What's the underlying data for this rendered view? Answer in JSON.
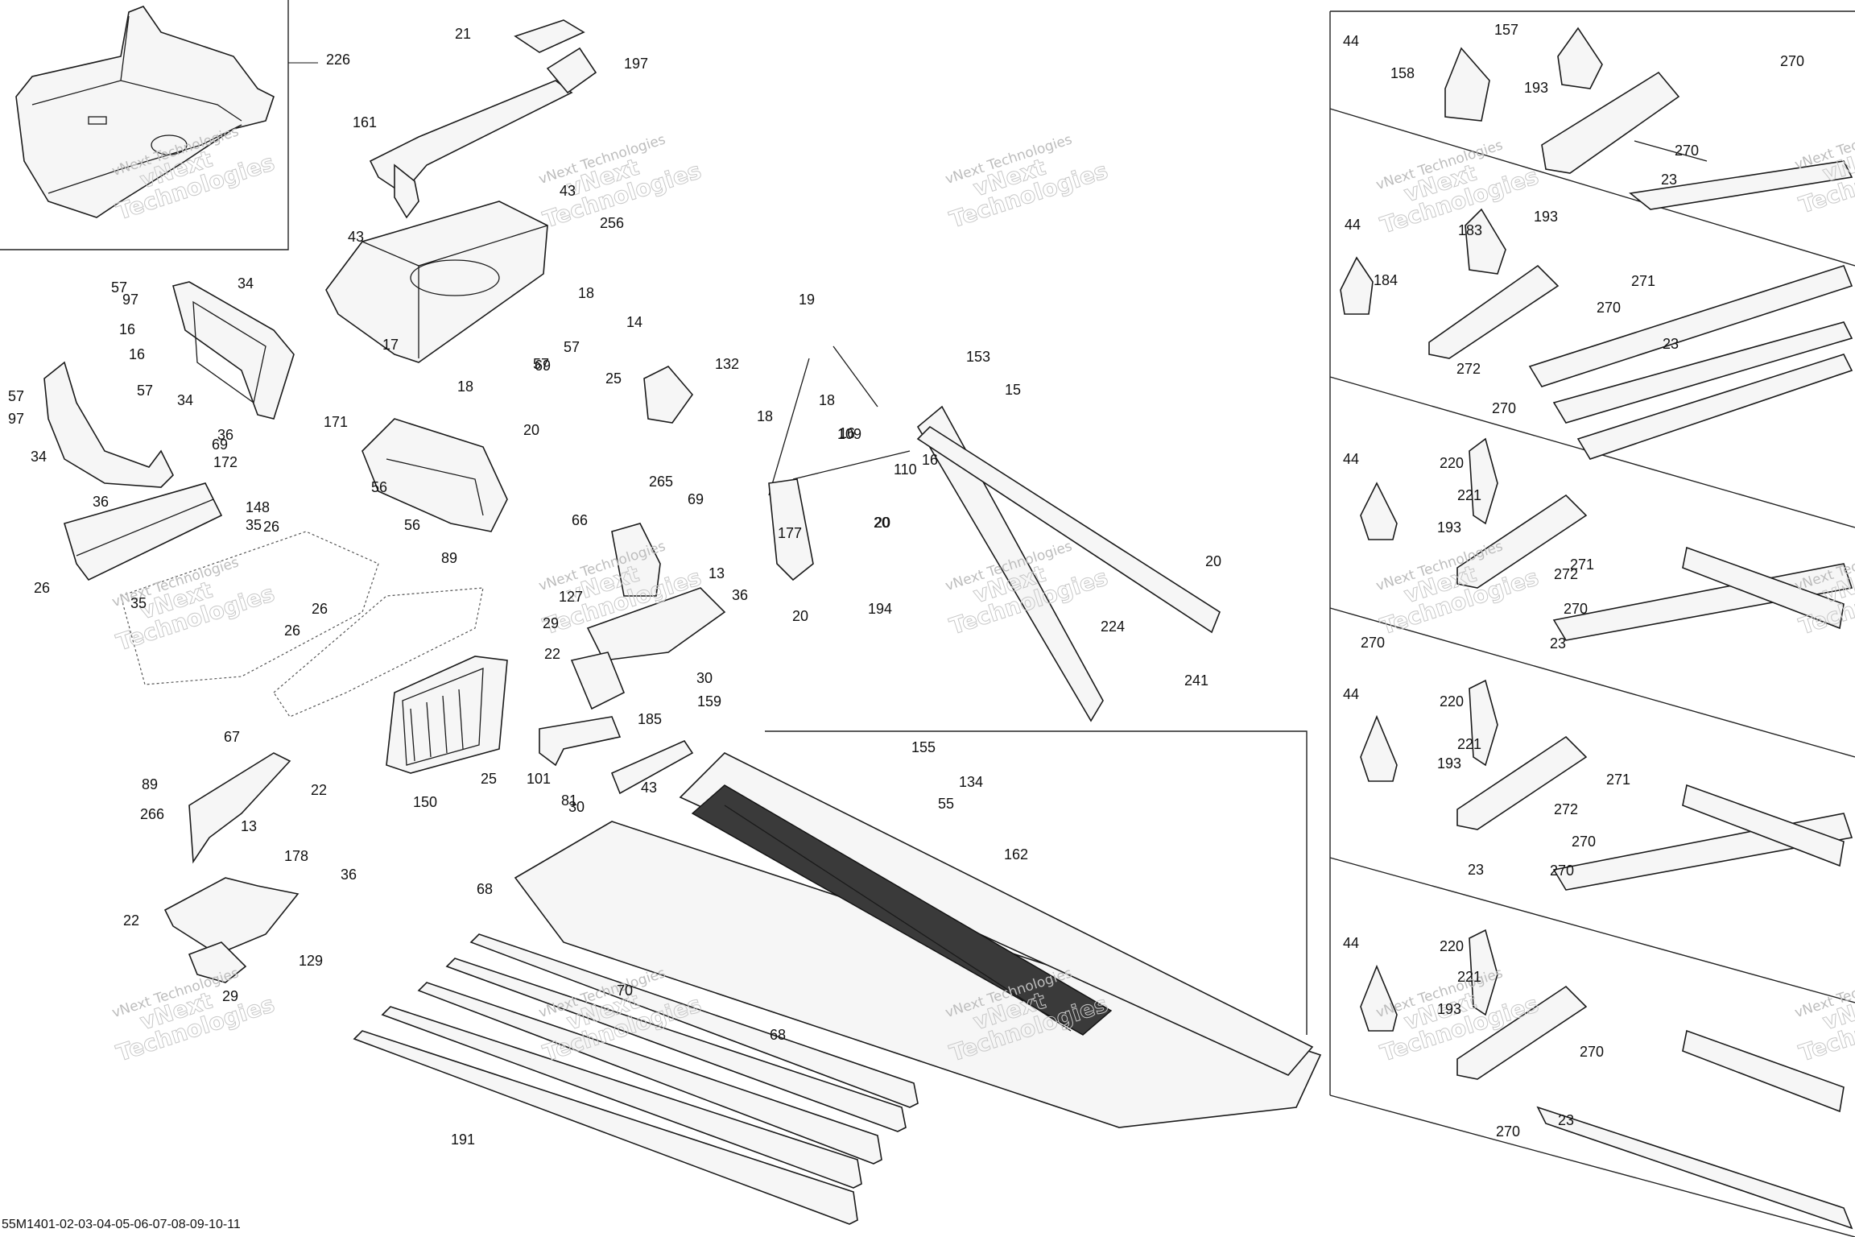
{
  "diagram_code": "55M1401-02-03-04-05-06-07-08-09-10-11",
  "watermark": {
    "line1": "vNext Technologies",
    "line2": "vNext",
    "line3": "Technologies"
  },
  "callouts": [
    "226",
    "21",
    "197",
    "161",
    "43",
    "43",
    "256",
    "18",
    "17",
    "57",
    "18",
    "69",
    "57",
    "57",
    "97",
    "16",
    "16",
    "57",
    "34",
    "69",
    "34",
    "36",
    "171",
    "57",
    "97",
    "34",
    "172",
    "36",
    "148",
    "35",
    "26",
    "26",
    "35",
    "26",
    "26",
    "14",
    "132",
    "25",
    "19",
    "18",
    "153",
    "15",
    "18",
    "109",
    "16",
    "110",
    "16",
    "20",
    "20",
    "194",
    "20",
    "20",
    "224",
    "56",
    "56",
    "20",
    "89",
    "265",
    "69",
    "66",
    "177",
    "13",
    "36",
    "127",
    "29",
    "22",
    "30",
    "185",
    "159",
    "150",
    "25",
    "101",
    "81",
    "30",
    "43",
    "155",
    "134",
    "55",
    "241",
    "162",
    "67",
    "22",
    "89",
    "266",
    "13",
    "178",
    "36",
    "22",
    "129",
    "29",
    "68",
    "70",
    "68",
    "191",
    "44",
    "157",
    "158",
    "193",
    "270",
    "270",
    "23",
    "44",
    "183",
    "193",
    "184",
    "271",
    "270",
    "23",
    "272",
    "270",
    "44",
    "220",
    "221",
    "193",
    "271",
    "272",
    "270",
    "23",
    "270",
    "44",
    "220",
    "221",
    "193",
    "271",
    "272",
    "270",
    "270",
    "23",
    "44",
    "220",
    "221",
    "193",
    "270",
    "23",
    "270"
  ]
}
